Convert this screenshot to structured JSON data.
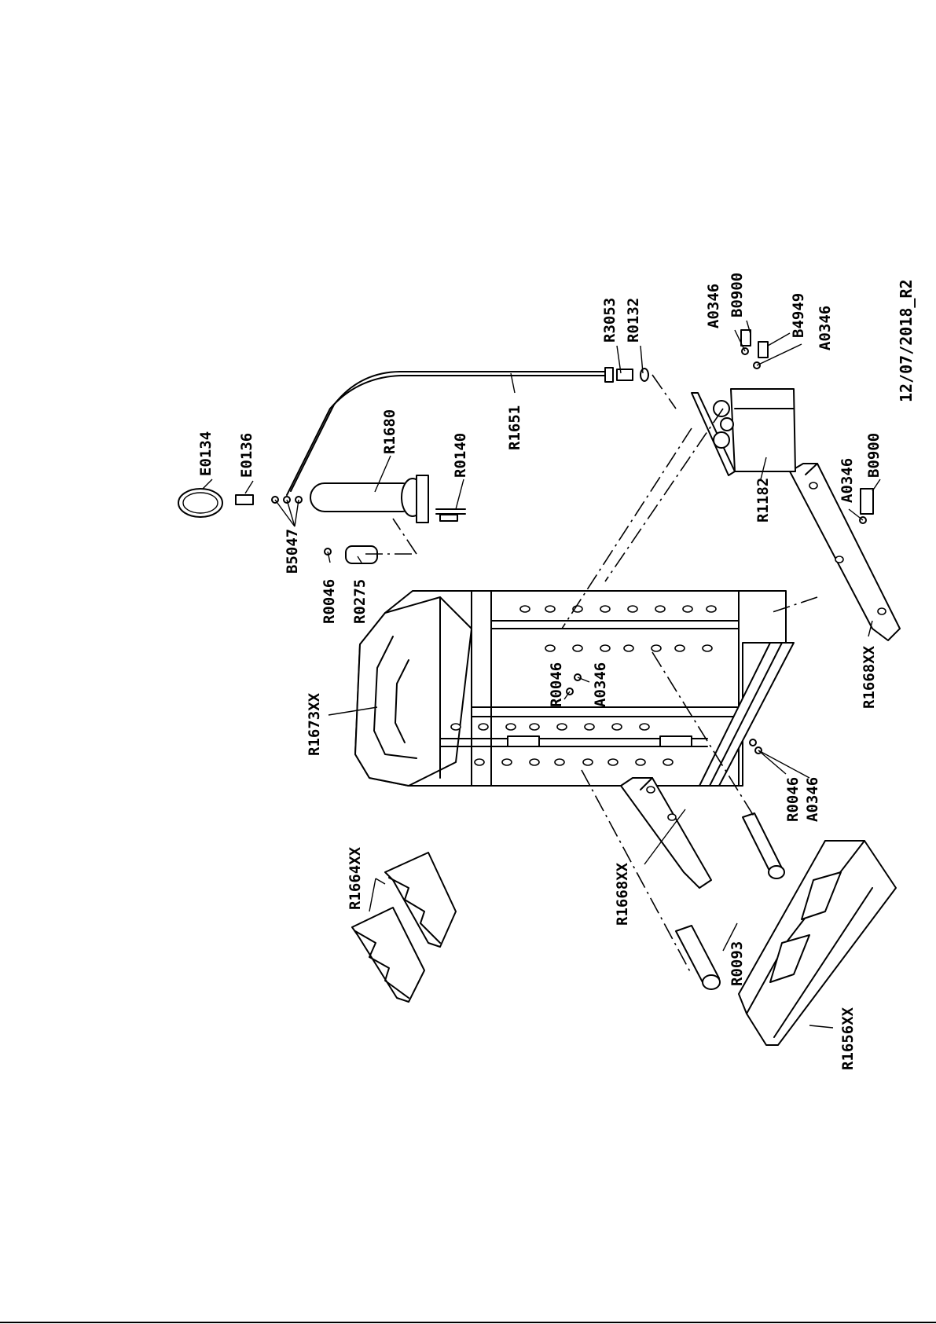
{
  "drawing": {
    "revision_stamp": "12/07/2018_R2"
  },
  "callouts": [
    {
      "key": "e0134",
      "text": "E0134"
    },
    {
      "key": "e0136",
      "text": "E0136"
    },
    {
      "key": "b5047",
      "text": "B5047"
    },
    {
      "key": "r1680",
      "text": "R1680"
    },
    {
      "key": "r0140",
      "text": "R0140"
    },
    {
      "key": "r0046_top",
      "text": "R0046"
    },
    {
      "key": "r0275",
      "text": "R0275"
    },
    {
      "key": "r1651",
      "text": "R1651"
    },
    {
      "key": "r3053",
      "text": "R3053"
    },
    {
      "key": "r0132",
      "text": "R0132"
    },
    {
      "key": "a0346_top",
      "text": "A0346"
    },
    {
      "key": "b0900_top",
      "text": "B0900"
    },
    {
      "key": "b4949",
      "text": "B4949"
    },
    {
      "key": "a0346_valve",
      "text": "A0346"
    },
    {
      "key": "r1182",
      "text": "R1182"
    },
    {
      "key": "a0346_right",
      "text": "A0346"
    },
    {
      "key": "b0900_right",
      "text": "B0900"
    },
    {
      "key": "r1668xx_right",
      "text": "R1668XX"
    },
    {
      "key": "r1673xx",
      "text": "R1673XX"
    },
    {
      "key": "r0046_mid",
      "text": "R0046"
    },
    {
      "key": "a0346_mid",
      "text": "A0346"
    },
    {
      "key": "r0046_low",
      "text": "R0046"
    },
    {
      "key": "a0346_low",
      "text": "A0346"
    },
    {
      "key": "r1664xx",
      "text": "R1664XX"
    },
    {
      "key": "r1668xx_left",
      "text": "R1668XX"
    },
    {
      "key": "r0093",
      "text": "R0093"
    },
    {
      "key": "r1656xx",
      "text": "R1656XX"
    }
  ]
}
